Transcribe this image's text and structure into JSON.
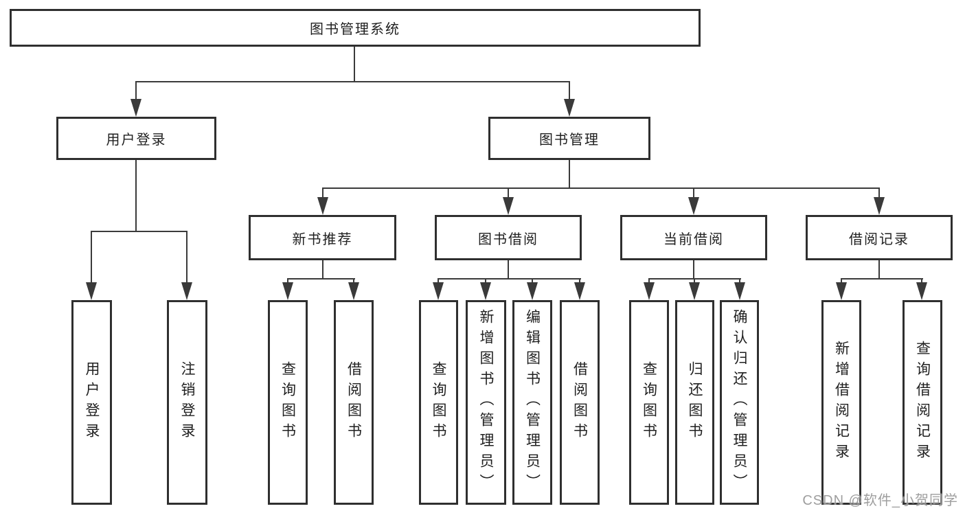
{
  "diagram": {
    "root": {
      "label": "图书管理系统"
    },
    "level2": {
      "user_login": "用户登录",
      "book_mgmt": "图书管理"
    },
    "level3": {
      "new_book_rec": "新书推荐",
      "book_borrow": "图书借阅",
      "current_borrow": "当前借阅",
      "borrow_records": "借阅记录"
    },
    "leaves": {
      "user_login": "用户登录",
      "logout": "注销登录",
      "rec_query_books": "查询图书",
      "rec_borrow_books": "借阅图书",
      "bb_query_books": "查询图书",
      "bb_add_books": "新增图书（管理员）",
      "bb_edit_books": "编辑图书（管理员）",
      "bb_borrow_books": "借阅图书",
      "cb_query_books": "查询图书",
      "cb_return_books": "归还图书",
      "cb_confirm_return": "确认归还（管理员）",
      "br_add_record": "新增借阅记录",
      "br_query_record": "查询借阅记录"
    }
  },
  "watermark": {
    "text": "CSDN @软件_小贺同学"
  },
  "colors": {
    "background": "#ffffff",
    "box_border": "#2f2f2f",
    "line": "#3a3a3a",
    "text": "#1f1f1f",
    "watermark": "#949494"
  }
}
